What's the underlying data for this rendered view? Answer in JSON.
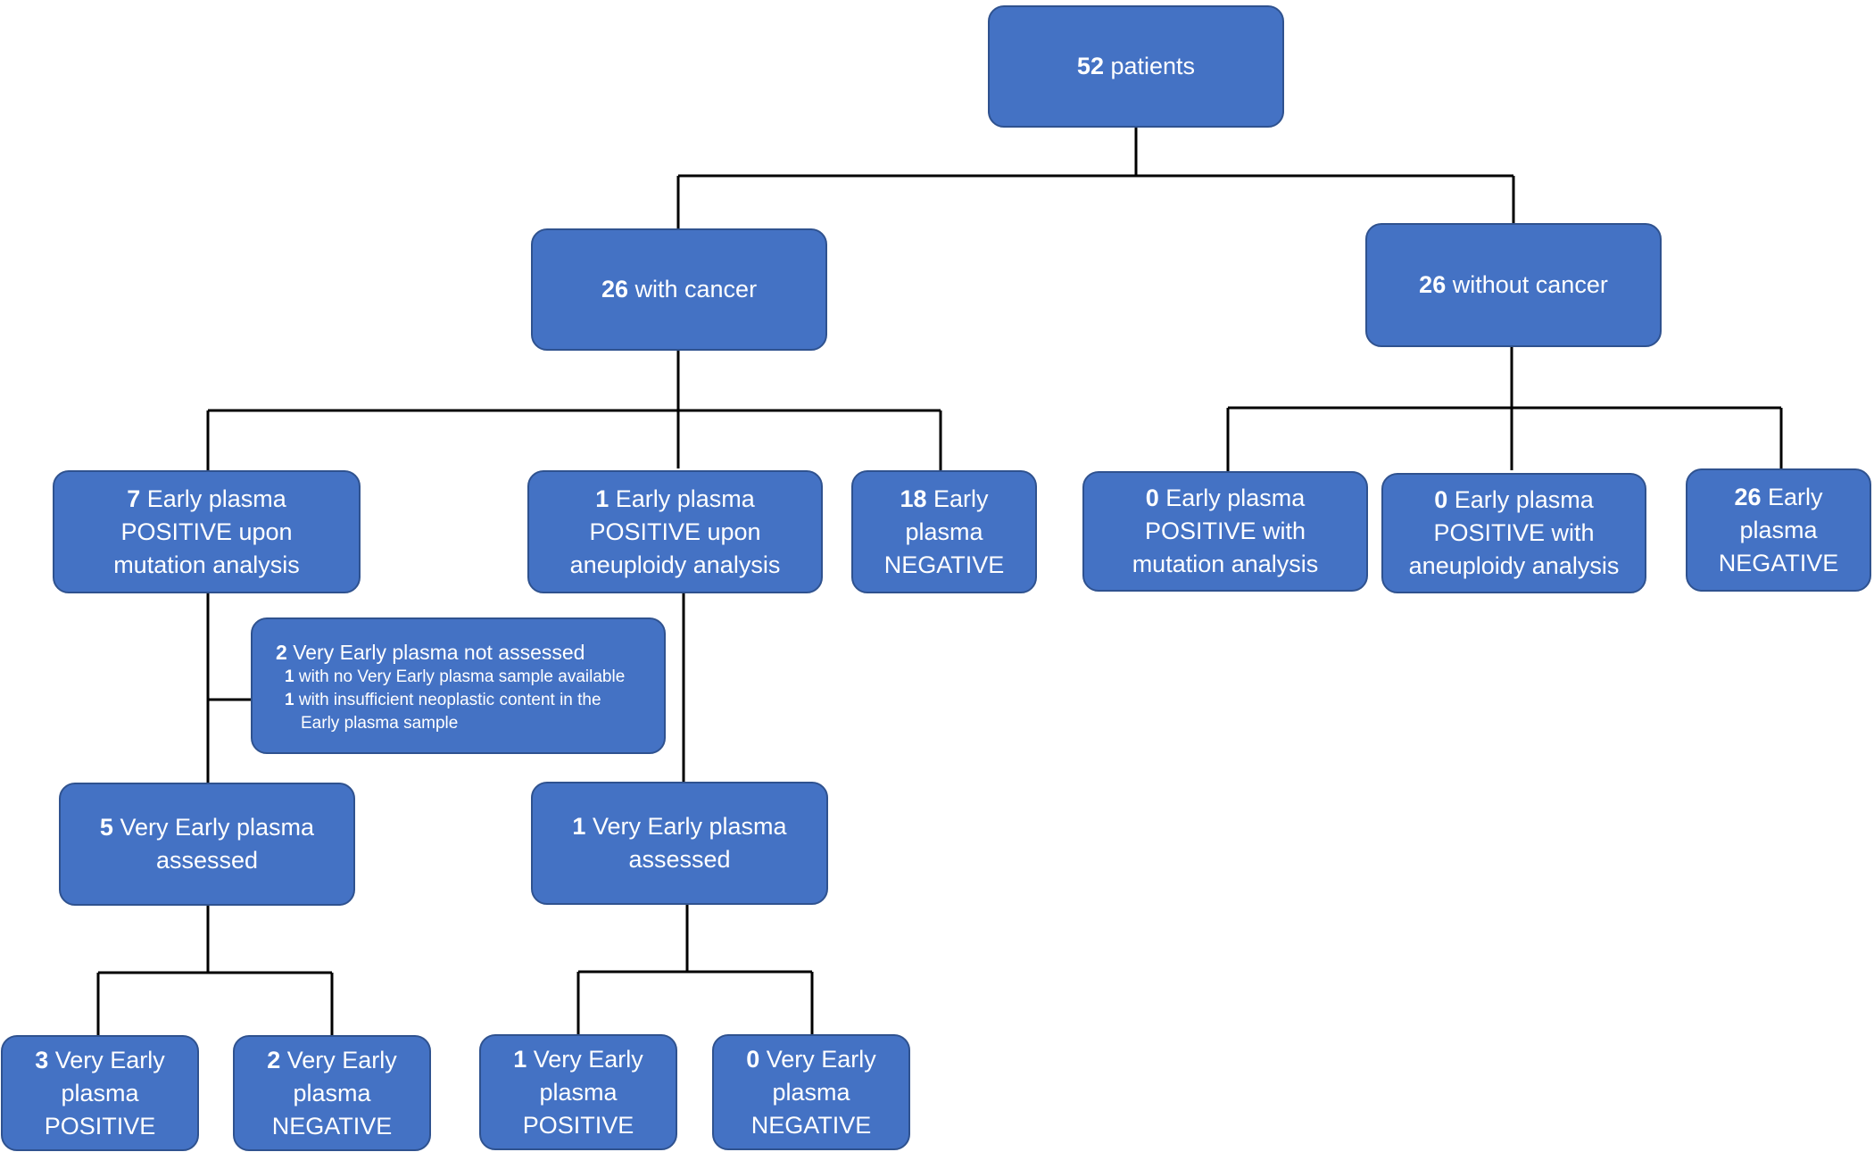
{
  "nodes": {
    "root": {
      "num": "52",
      "text": "patients"
    },
    "with_cancer": {
      "num": "26",
      "text": "with cancer"
    },
    "without_cancer": {
      "num": "26",
      "text": "without cancer"
    },
    "mutation_positive": {
      "num": "7",
      "l1": "Early plasma",
      "l2": "POSITIVE upon",
      "l3": "mutation analysis"
    },
    "aneuploidy_positive": {
      "num": "1",
      "l1": "Early plasma",
      "l2": "POSITIVE upon",
      "l3": "aneuploidy analysis"
    },
    "cancer_negative": {
      "num": "18",
      "l1": "Early",
      "l2": "plasma",
      "l3": "NEGATIVE"
    },
    "nc_mutation_positive": {
      "num": "0",
      "l1": "Early plasma",
      "l2": "POSITIVE with",
      "l3": "mutation analysis"
    },
    "nc_aneuploidy_positive": {
      "num": "0",
      "l1": "Early plasma",
      "l2": "POSITIVE with",
      "l3": "aneuploidy analysis"
    },
    "nc_negative": {
      "num": "26",
      "l1": "Early",
      "l2": "plasma",
      "l3": "NEGATIVE"
    },
    "not_assessed": {
      "num": "2",
      "text": "Very Early plasma not assessed",
      "item1_num": "1",
      "item1_text": "with no Very Early plasma sample available",
      "item2_num": "1",
      "item2_text": "with insufficient neoplastic content in the",
      "item2_cont": "Early plasma sample"
    },
    "ve_assessed_mut": {
      "num": "5",
      "l1": "Very Early plasma",
      "l2": "assessed"
    },
    "ve_assessed_aneu": {
      "num": "1",
      "l1": "Very Early plasma",
      "l2": "assessed"
    },
    "ve_pos_mut": {
      "num": "3",
      "l1": "Very Early",
      "l2": "plasma",
      "l3": "POSITIVE"
    },
    "ve_neg_mut": {
      "num": "2",
      "l1": "Very Early",
      "l2": "plasma",
      "l3": "NEGATIVE"
    },
    "ve_pos_aneu": {
      "num": "1",
      "l1": "Very Early",
      "l2": "plasma",
      "l3": "POSITIVE"
    },
    "ve_neg_aneu": {
      "num": "0",
      "l1": "Very Early",
      "l2": "plasma",
      "l3": "NEGATIVE"
    }
  },
  "colors": {
    "box_fill": "#4472c4",
    "box_border": "#2f528f",
    "text": "#ffffff",
    "line": "#000000"
  }
}
